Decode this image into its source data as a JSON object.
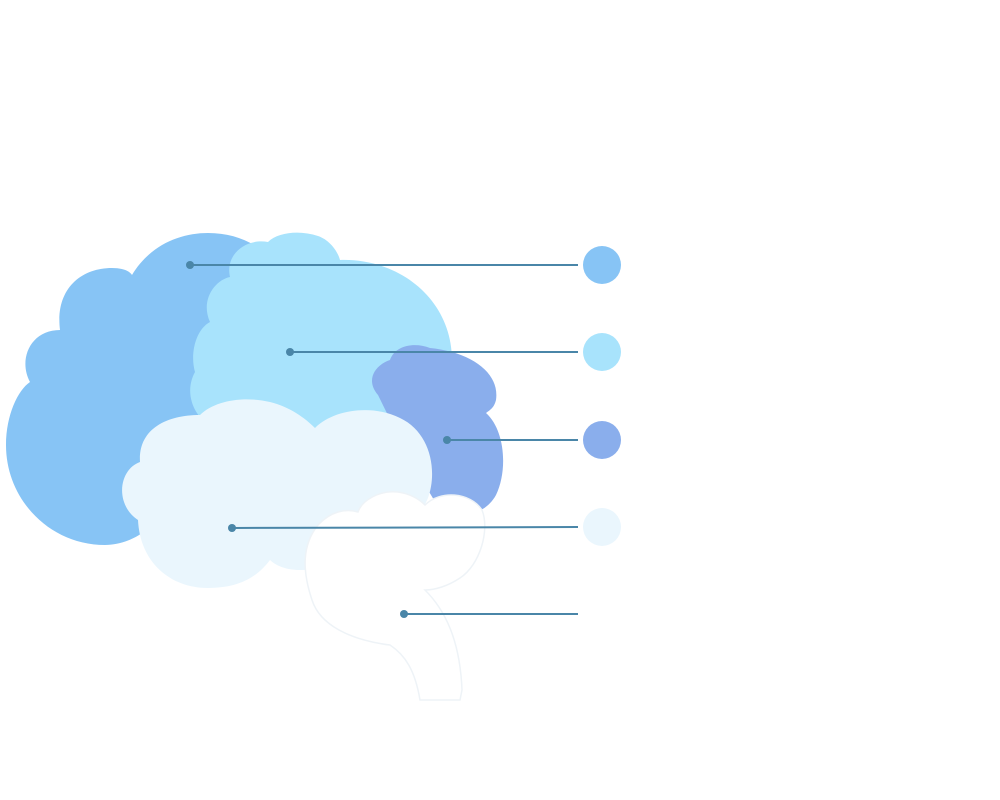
{
  "diagram": {
    "type": "brain-regions-infographic",
    "regions": [
      {
        "id": "region-1",
        "color": "#87C4F5",
        "label": ""
      },
      {
        "id": "region-2",
        "color": "#A8E3FC",
        "label": ""
      },
      {
        "id": "region-3",
        "color": "#8AAEEC",
        "label": ""
      },
      {
        "id": "region-4",
        "color": "#EAF6FD",
        "label": ""
      },
      {
        "id": "region-5",
        "color": "#FFFFFF",
        "label": ""
      }
    ],
    "leader_line_color": "#4A86A8"
  }
}
